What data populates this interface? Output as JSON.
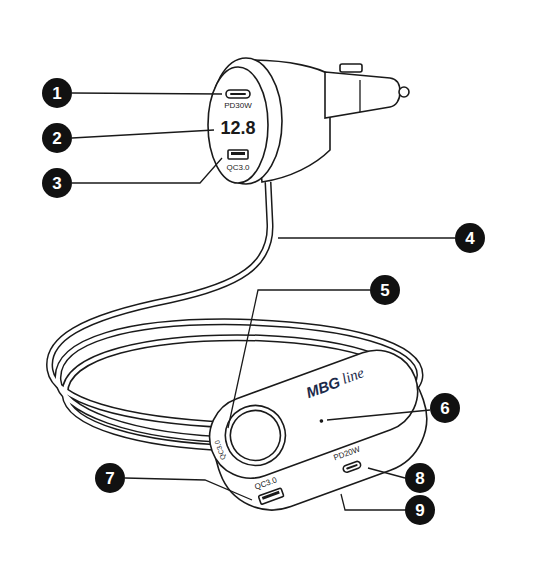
{
  "diagram": {
    "nodes": [
      {
        "text": [
          "1"
        ]
      },
      {
        "text": [
          "2"
        ]
      },
      {
        "text": [
          "3"
        ]
      },
      {
        "text": [
          "4"
        ]
      },
      {
        "text": [
          "5"
        ]
      },
      {
        "text": [
          "6"
        ]
      },
      {
        "text": [
          "7"
        ]
      },
      {
        "text": [
          "8"
        ]
      },
      {
        "text": [
          "9"
        ]
      }
    ],
    "labels": [
      "PD30W",
      "12.8",
      "QC3.0",
      "QC3.0",
      "MBG",
      "line",
      "QC3.0",
      "PD20W"
    ]
  }
}
